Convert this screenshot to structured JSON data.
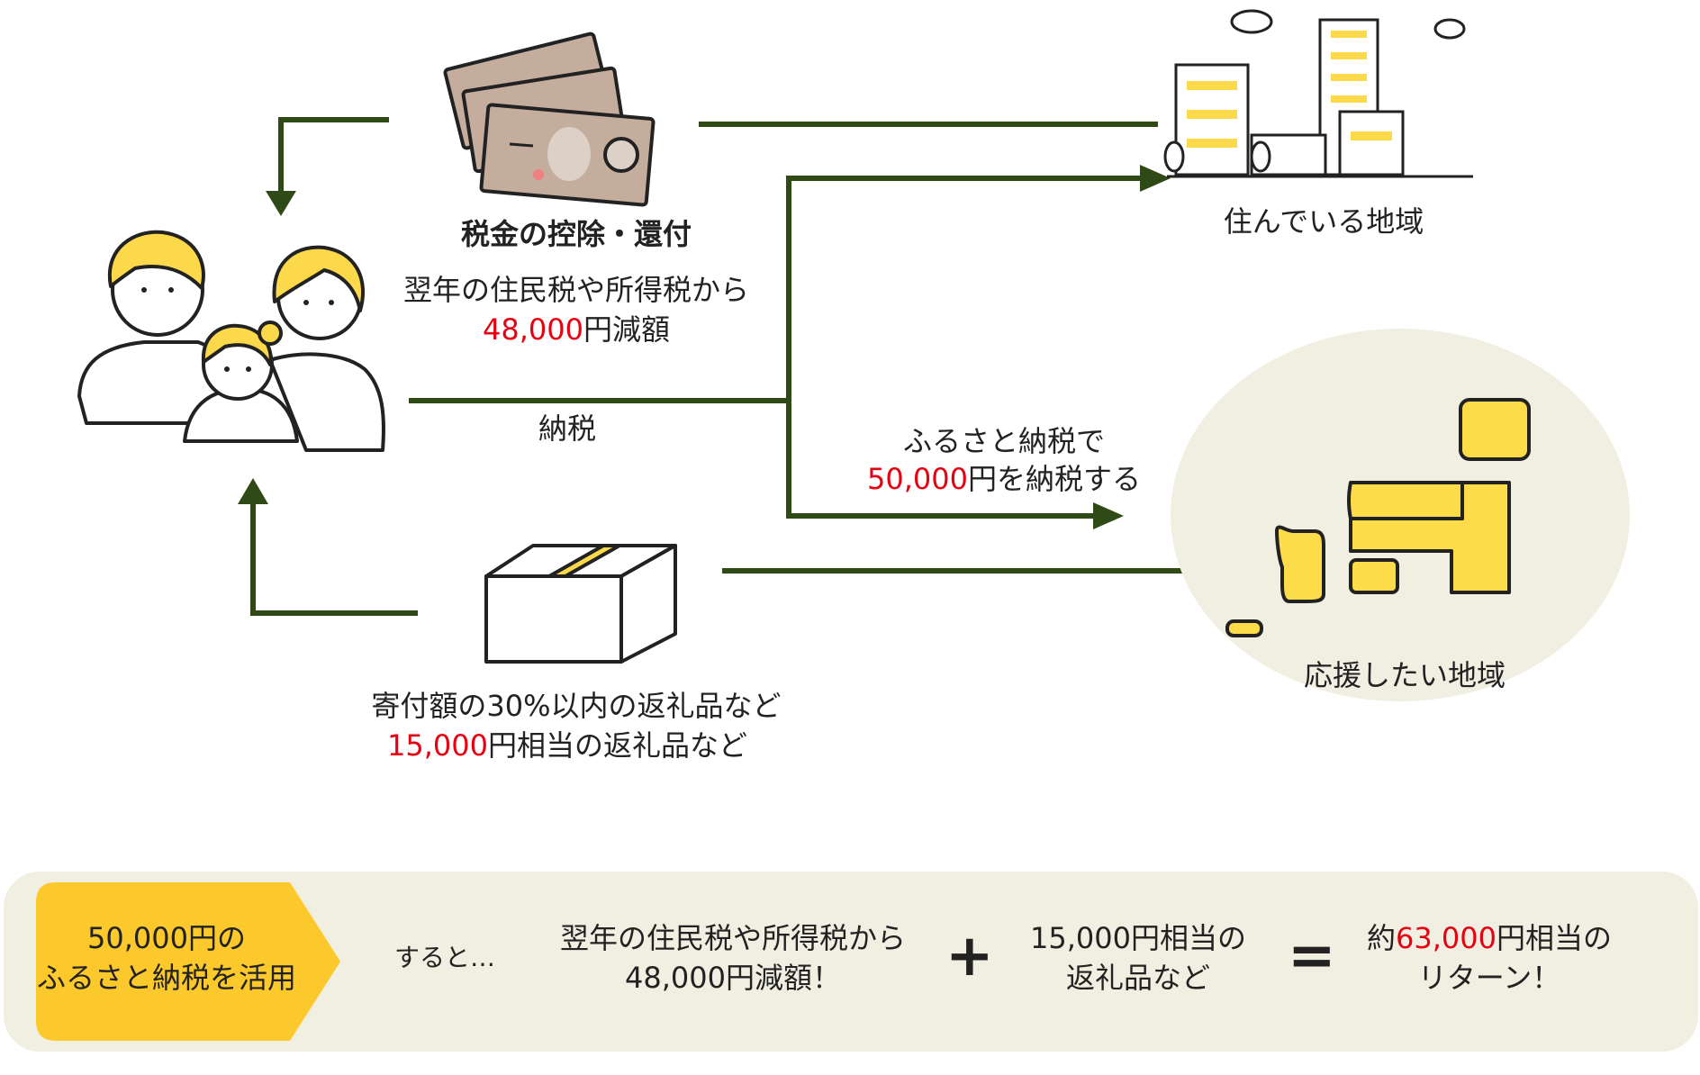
{
  "labels": {
    "deduction_title": "税金の控除・還付",
    "deduction_line1": "翌年の住民税や所得税から",
    "deduction_amount": "48,000",
    "deduction_suffix": "円減額",
    "tax_payment": "納税",
    "home_area": "住んでいる地域",
    "furusato_line1": "ふるさと納税で",
    "furusato_amount": "50,000",
    "furusato_suffix": "円を納税する",
    "support_area": "応援したい地域",
    "gift_line1": "寄付額の30%以内の返礼品など",
    "gift_amount": "15,000",
    "gift_suffix": "円相当の返礼品など"
  },
  "summary": {
    "badge_line1": "50,000円の",
    "badge_line2": "ふるさと納税を活用",
    "then": "すると…",
    "reduction_line1": "翌年の住民税や所得税から",
    "reduction_line2": "48,000円減額！",
    "plus": "+",
    "gift_line1": "15,000円相当の",
    "gift_line2": "返礼品など",
    "equals": "=",
    "return_prefix": "約",
    "return_amount": "63,000",
    "return_suffix": "円相当の",
    "return_line2": "リターン！"
  },
  "colors": {
    "arrow": "#2f4a17",
    "accent_yellow": "#fcc92c",
    "map_yellow": "#fddc4a",
    "highlight_red": "#e60012",
    "panel_bg": "#f1efe2"
  }
}
